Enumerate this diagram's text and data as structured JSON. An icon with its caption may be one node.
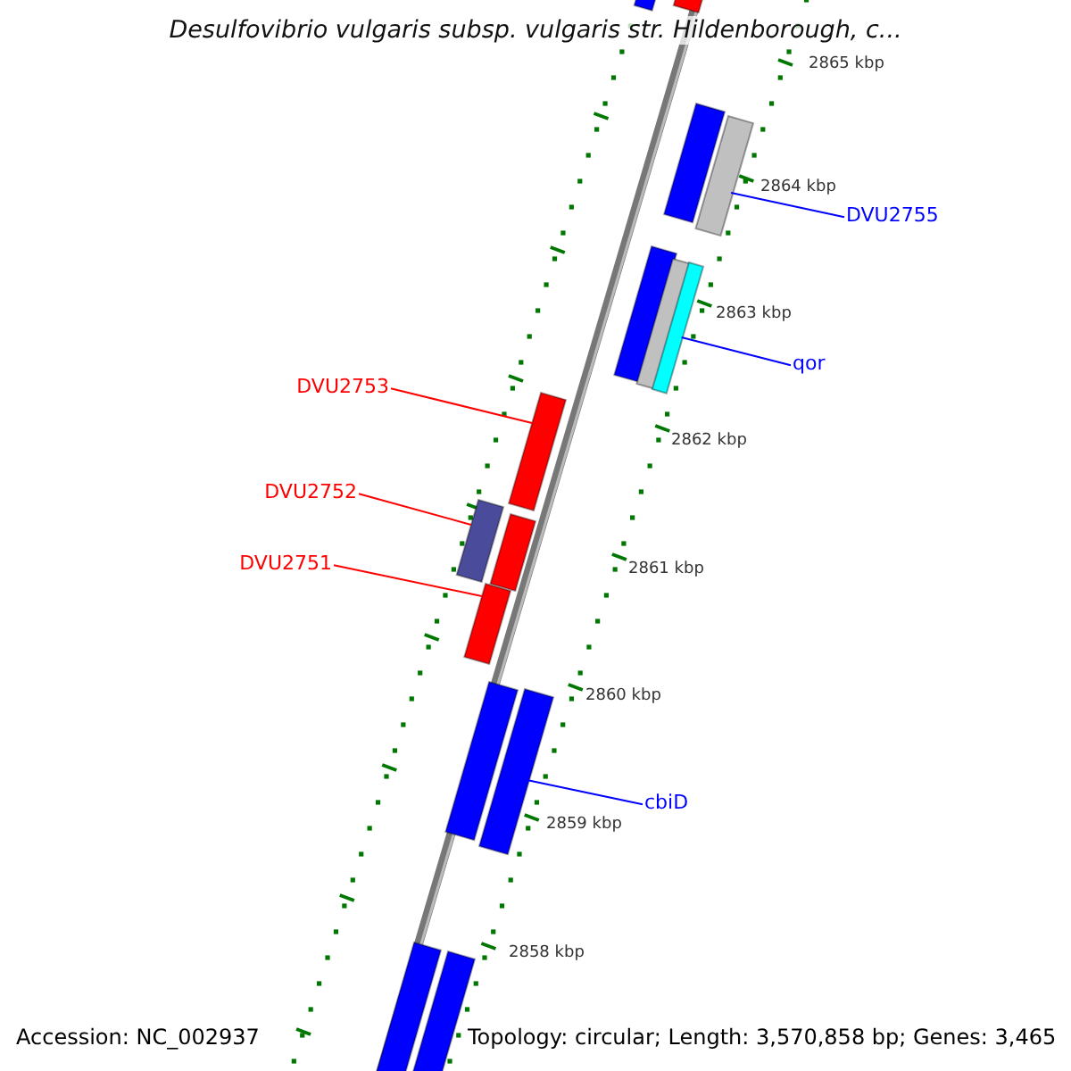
{
  "diagram": {
    "title": "Desulfovibrio vulgaris subsp. vulgaris str. Hildenborough, c...",
    "nodes": [
      {
        "text": [
          "DVU2755"
        ]
      },
      {
        "text": [],
        "shape": "bar"
      },
      {
        "text": [
          "qor"
        ]
      },
      {
        "text": [],
        "shape": "bar"
      },
      {
        "text": [
          "DVU2753"
        ]
      },
      {
        "text": [],
        "shape": "bar"
      },
      {
        "text": [
          "DVU2752"
        ]
      },
      {
        "text": [],
        "shape": "bar"
      },
      {
        "text": [
          "DVU2751"
        ]
      },
      {
        "text": [],
        "shape": "bar"
      },
      {
        "text": [
          "cbiD"
        ]
      },
      {
        "text": [],
        "shape": "bar"
      },
      {
        "text": [],
        "shape": "bar"
      },
      {
        "text": [],
        "shape": "bar"
      },
      {
        "text": [],
        "shape": "bar"
      },
      {
        "text": [],
        "shape": "bar"
      },
      {
        "text": [],
        "shape": "bar"
      },
      {
        "text": [],
        "shape": "bar"
      },
      {
        "text": [],
        "shape": "bar"
      },
      {
        "text": [],
        "shape": "bar"
      },
      {
        "text": [],
        "shape": "bar"
      }
    ],
    "edges": [
      {
        "from": 0,
        "to": 1,
        "arrow": "none",
        "color": "#0000ff"
      },
      {
        "from": 2,
        "to": 3,
        "arrow": "none",
        "color": "#0000ff"
      },
      {
        "from": 4,
        "to": 5,
        "arrow": "none",
        "color": "#ff0000"
      },
      {
        "from": 6,
        "to": 7,
        "arrow": "none",
        "color": "#ff0000"
      },
      {
        "from": 8,
        "to": 9,
        "arrow": "none",
        "color": "#ff0000"
      },
      {
        "from": 10,
        "to": 11,
        "arrow": "none",
        "color": "#0000ff"
      }
    ],
    "labels": [
      "2865 kbp",
      "2864 kbp",
      "2863 kbp",
      "2862 kbp",
      "2861 kbp",
      "2860 kbp",
      "2859 kbp",
      "2858 kbp",
      "Accession: NC_002937",
      "Topology: circular; Length: 3,570,858 bp; Genes: 3,465"
    ]
  }
}
